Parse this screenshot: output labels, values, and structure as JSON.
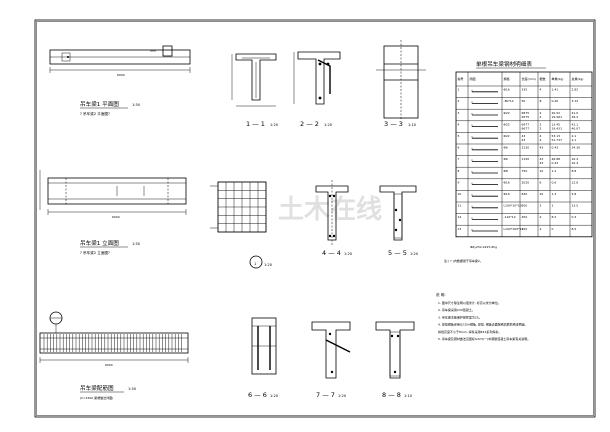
{
  "drawing": {
    "title_plan": "吊车梁1 平面图",
    "scale_plan": "1:50",
    "sub_plan": "? 吊车梁2 平面图?",
    "title_elev": "吊车梁1 立面图",
    "scale_elev": "1:50",
    "sub_elev": "? 吊车梁2 立面图?",
    "title_rebar": "吊车梁配筋图",
    "scale_rebar": "1:50",
    "note_rebar": "(h=1500 梁端做法详图)",
    "dim_plan": "6900",
    "dim_elev": "6900",
    "dim_rebar": "6900"
  },
  "sections": {
    "s11": "1 — 1",
    "s11_scale": "1:20",
    "s22": "2 — 2",
    "s22_scale": "1:20",
    "s33": "3 — 3",
    "s33_scale": "1:10",
    "s44": "4 — 4",
    "s44_scale": "1:20",
    "s55": "5 — 5",
    "s55_scale": "1:20",
    "s66": "6 — 6",
    "s66_scale": "1:20",
    "s77": "7 — 7",
    "s77_scale": "1:20",
    "s88": "8 — 8",
    "s88_scale": "1:10",
    "circle1": "1",
    "circle1_scale": "1:20"
  },
  "table": {
    "title": "单根吊车梁钢材明细表",
    "headers": [
      "编号",
      "简图",
      "规格",
      "长度(mm)",
      "根数",
      "单重(kg)",
      "总重(kg)"
    ],
    "rows": [
      [
        "1",
        "",
        "Φ16",
        "335",
        "4",
        "1.41",
        "2.82"
      ],
      [
        "2",
        "",
        "-80*12",
        "50",
        "8",
        "0.40",
        "3.12"
      ],
      [
        "3",
        "",
        "Φ22",
        "6875\n6575",
        "2\n2",
        "20.52\n19.581",
        "41.0\n39.2"
      ],
      [
        "4",
        "",
        "Φ22",
        "6977\n6677",
        "2\n2",
        "13.45\n19.431",
        "41.1\n40.07"
      ],
      [
        "5",
        "",
        "Φ22",
        "43\n43",
        "4\n4",
        "53.13\n51.737",
        "2.1\n2.1"
      ],
      [
        "6",
        "",
        "Φ6",
        "2130",
        "43",
        "0.43",
        "34.30"
      ],
      [
        "7",
        "",
        "Φ6",
        "1150",
        "43\n43",
        "46.88\n0.43",
        "10.4\n10.4"
      ],
      [
        "8",
        "",
        "Φ8",
        "750",
        "10",
        "1.2",
        "8.8"
      ],
      [
        "9",
        "",
        "Φ16",
        "2020",
        "6",
        "0.6",
        "12.6"
      ],
      [
        "10",
        "",
        "Φ16",
        "830",
        "10",
        "1.3",
        "5.8"
      ],
      [
        "11",
        "",
        "L100*10*10",
        "500",
        "2",
        "1",
        "13.5"
      ],
      [
        "12",
        "",
        "-110*12",
        "450",
        "2",
        "8.2",
        "0.3"
      ],
      [
        "13",
        "",
        "L100*100*12",
        "250",
        "2",
        "0",
        "8.5"
      ]
    ],
    "footer": "Φ6y252,2225.8kg",
    "note_below": "注:( ? )内数据用于吊车梁2。"
  },
  "notes": {
    "title": "说 明:",
    "items": [
      "1. 图中尺寸除注明以毫米计, 标高以米为单位。",
      "2. 吊车梁采用C30混凝土。",
      "3. 吊车梁主筋保护层厚度为25。",
      "4. 焊接钢板采用Q235A钢板, 焊接, 钢板表面除锈后刷防锈漆两遍,",
      "   焊缝高度不小于8mm, 焊条采用E43系列焊条。",
      "5. 吊车梁及钢材做法见国标G323(一)中钢筋混凝土吊车梁有关说明。"
    ]
  },
  "watermark": "土木在线"
}
